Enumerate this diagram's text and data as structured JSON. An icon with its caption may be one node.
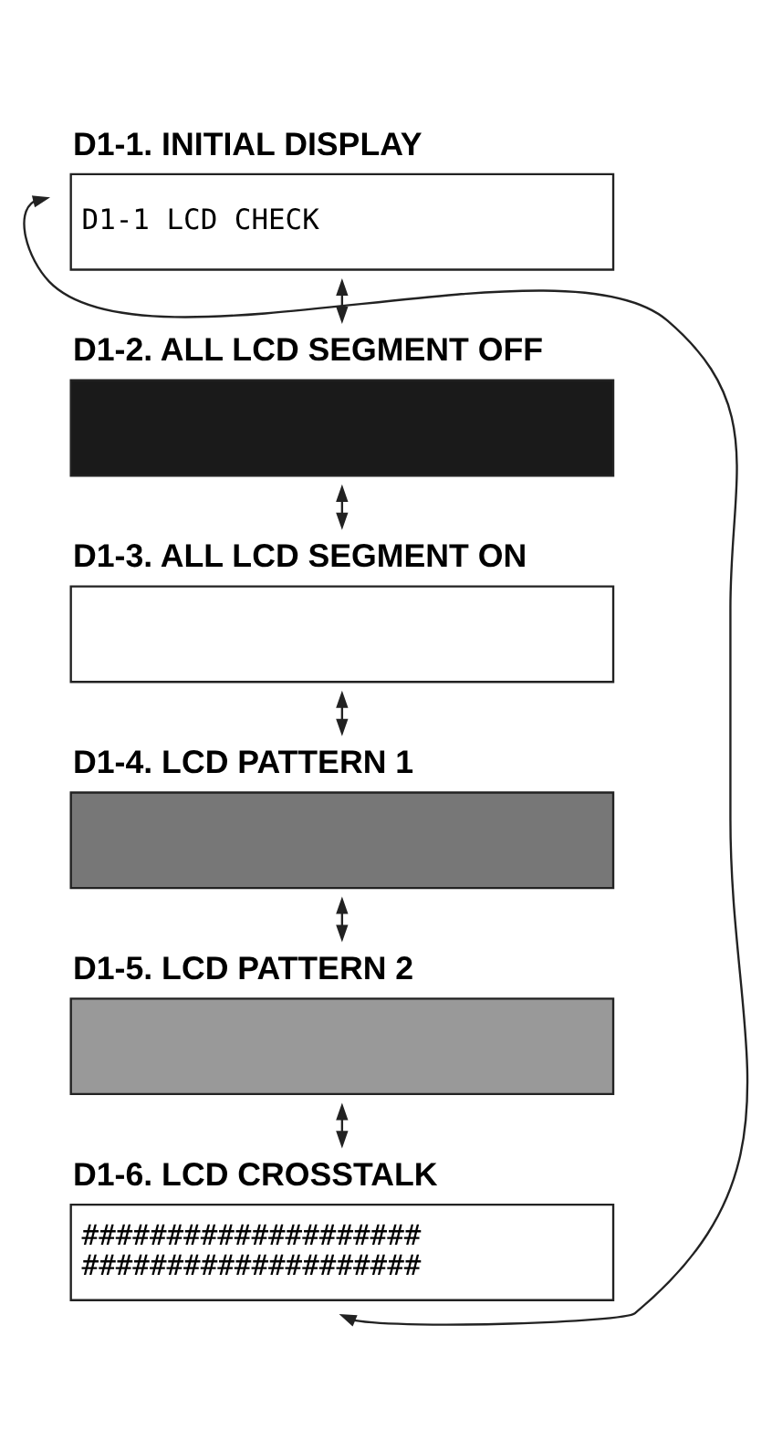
{
  "diagram": {
    "nodes": [
      {
        "text": [
          "D1-1. INITIAL DISPLAY",
          "D1-1 LCD CHECK"
        ]
      },
      {
        "text": [
          "D1-2. ALL LCD SEGMENT OFF"
        ]
      },
      {
        "text": [
          "D1-3. ALL LCD SEGMENT ON"
        ]
      },
      {
        "text": [
          "D1-4. LCD PATTERN 1"
        ]
      },
      {
        "text": [
          "D1-5. LCD PATTERN 2"
        ]
      },
      {
        "text": [
          "D1-6. LCD CROSSTALK",
          "#################### ####################"
        ]
      }
    ],
    "edges": [
      {
        "from": 0,
        "to": 1,
        "arrow": "both"
      },
      {
        "from": 1,
        "to": 2,
        "arrow": "both"
      },
      {
        "from": 2,
        "to": 3,
        "arrow": "both"
      },
      {
        "from": 3,
        "to": 4,
        "arrow": "both"
      },
      {
        "from": 4,
        "to": 5,
        "arrow": "both"
      },
      {
        "from": 5,
        "to": 0,
        "arrow": "both"
      }
    ]
  }
}
